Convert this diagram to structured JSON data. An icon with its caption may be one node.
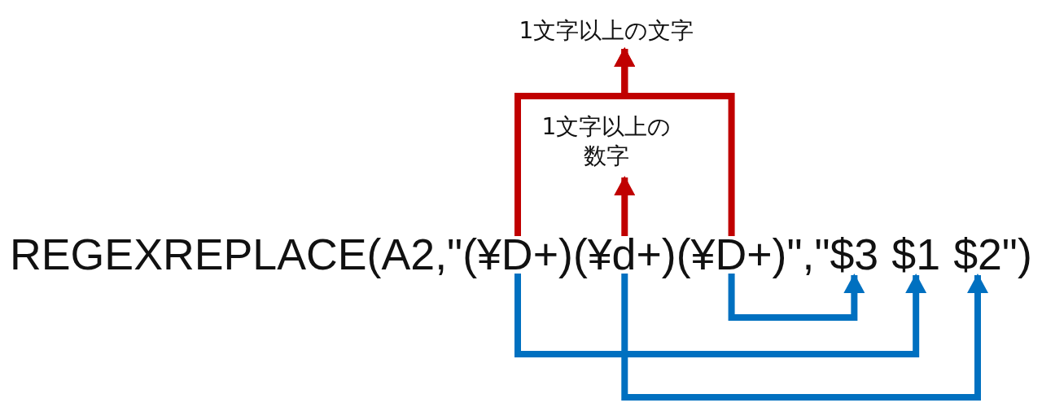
{
  "diagram": {
    "nodes": [
      {
        "text": [
          "1文字以上の文字"
        ]
      },
      {
        "text": [
          "1文字以上の数字"
        ]
      },
      {
        "text": [
          "(¥D+)"
        ]
      },
      {
        "text": [
          "(¥d+)"
        ]
      },
      {
        "text": [
          "(¥D+)"
        ]
      },
      {
        "text": [
          "$3"
        ]
      },
      {
        "text": [
          "$1"
        ]
      },
      {
        "text": [
          "$2"
        ]
      }
    ],
    "edges": [
      {
        "from": 2,
        "to": 0,
        "arrow": "to",
        "color": "#c00000"
      },
      {
        "from": 4,
        "to": 0,
        "arrow": "to",
        "color": "#c00000"
      },
      {
        "from": 3,
        "to": 1,
        "arrow": "to",
        "color": "#c00000"
      },
      {
        "from": 4,
        "to": 5,
        "arrow": "to",
        "color": "#0070c0"
      },
      {
        "from": 2,
        "to": 6,
        "arrow": "to",
        "color": "#0070c0"
      },
      {
        "from": 3,
        "to": 7,
        "arrow": "to",
        "color": "#0070c0"
      }
    ],
    "labels": [
      "REGEXREPLACE(A2,\"",
      "\",\"",
      "\")"
    ]
  }
}
